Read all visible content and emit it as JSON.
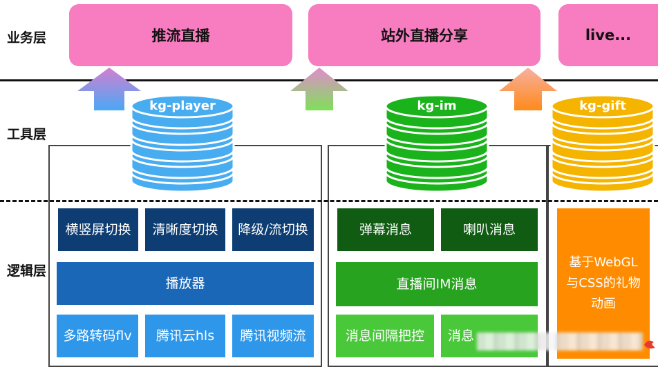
{
  "layers": {
    "business": "业务层",
    "tool": "工具层",
    "logic": "逻辑层"
  },
  "business": {
    "push": "推流直播",
    "share": "站外直播分享",
    "live": "live..."
  },
  "tools": {
    "player": "kg-player",
    "im": "kg-im",
    "gift": "kg-gift"
  },
  "player_logic": {
    "row1": [
      "横竖屏切换",
      "清晰度切换",
      "降级/流切换"
    ],
    "core": "播放器",
    "row3": [
      "多路转码flv",
      "腾讯云hls",
      "腾讯视频流"
    ]
  },
  "im_logic": {
    "row1": [
      "弹幕消息",
      "喇叭消息"
    ],
    "core": "直播间IM消息",
    "row3": [
      "消息间隔把控",
      "消息"
    ]
  },
  "gift_logic": {
    "desc": "基于WebGL\n与CSS的礼物\n动画"
  },
  "colors": {
    "pink": "#f77cc0",
    "blue_dark": "#0d3d73",
    "blue_mid": "#1a67b8",
    "blue_light": "#2f97ea",
    "green_dark": "#0f5c12",
    "green_mid": "#27a31f",
    "green_light": "#49c83a",
    "orange": "#ff8c00"
  }
}
